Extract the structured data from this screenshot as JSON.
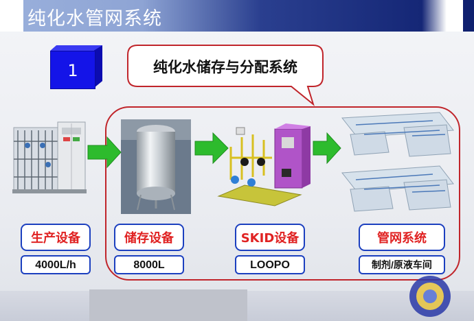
{
  "header": {
    "title": "纯化水管网系统"
  },
  "step_number": "1",
  "callout": {
    "text": "纯化水储存与分配系统"
  },
  "stages": [
    {
      "label": "生产设备",
      "value": "4000L/h"
    },
    {
      "label": "储存设备",
      "value": "8000L"
    },
    {
      "label": "SKID设备",
      "value": "LOOPO"
    },
    {
      "label": "管网系统",
      "value": "制剂/原液车间"
    }
  ],
  "colors": {
    "accent_blue": "#1b3fbf",
    "label_red": "#e02222",
    "arrow_green": "#2dbb2d",
    "group_border": "#c0242a"
  }
}
